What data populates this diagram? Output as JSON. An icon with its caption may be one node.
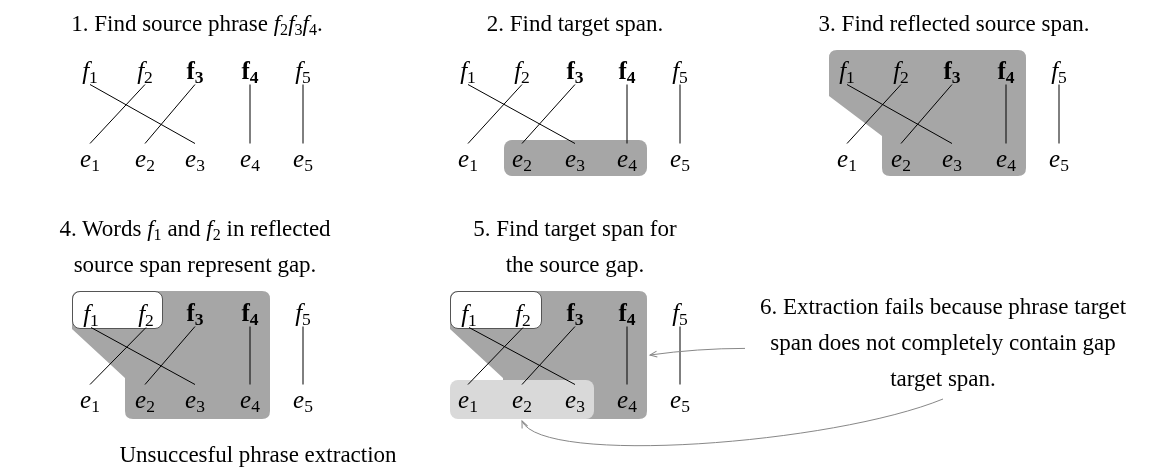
{
  "diagram": {
    "caption": "Unsuccesful phrase extraction",
    "nodes": [
      {
        "text": [
          "*f*$_{1}$"
        ]
      },
      {
        "text": [
          "*f*$_{2}$"
        ]
      },
      {
        "text": [
          "**f**$_{3}$"
        ]
      },
      {
        "text": [
          "**f**$_{4}$"
        ]
      },
      {
        "text": [
          "*f*$_{5}$"
        ]
      },
      {
        "text": [
          "*e*$_{1}$"
        ]
      },
      {
        "text": [
          "*e*$_{2}$"
        ]
      },
      {
        "text": [
          "*e*$_{3}$"
        ]
      },
      {
        "text": [
          "*e*$_{4}$"
        ]
      },
      {
        "text": [
          "*e*$_{5}$"
        ]
      },
      {
        "text": [],
        "shape": "box"
      },
      {
        "text": [
          "*f*$_{1}$"
        ]
      },
      {
        "text": [
          "*f*$_{2}$"
        ]
      },
      {
        "text": [
          "**f**$_{3}$"
        ]
      },
      {
        "text": [
          "**f**$_{4}$"
        ]
      },
      {
        "text": [
          "*f*$_{5}$"
        ]
      },
      {
        "text": [
          "*e*$_{1}$"
        ]
      },
      {
        "text": [
          "*e*$_{2}$"
        ],
        "in": 10
      },
      {
        "text": [
          "*e*$_{3}$"
        ],
        "in": 10
      },
      {
        "text": [
          "*e*$_{4}$"
        ],
        "in": 10
      },
      {
        "text": [
          "*e*$_{5}$"
        ]
      },
      {
        "text": [],
        "shape": "polygon"
      },
      {
        "text": [
          "*f*$_{1}$"
        ],
        "in": 21
      },
      {
        "text": [
          "*f*$_{2}$"
        ],
        "in": 21
      },
      {
        "text": [
          "**f**$_{3}$"
        ],
        "in": 21
      },
      {
        "text": [
          "**f**$_{4}$"
        ],
        "in": 21
      },
      {
        "text": [
          "*f*$_{5}$"
        ]
      },
      {
        "text": [
          "*e*$_{1}$"
        ]
      },
      {
        "text": [
          "*e*$_{2}$"
        ],
        "in": 21
      },
      {
        "text": [
          "*e*$_{3}$"
        ],
        "in": 21
      },
      {
        "text": [
          "*e*$_{4}$"
        ],
        "in": 21
      },
      {
        "text": [
          "*e*$_{5}$"
        ]
      },
      {
        "text": [],
        "shape": "polygon"
      },
      {
        "text": [],
        "shape": "box",
        "in": 32
      },
      {
        "text": [
          "*f*$_{1}$"
        ],
        "in": 33
      },
      {
        "text": [
          "*f*$_{2}$"
        ],
        "in": 33
      },
      {
        "text": [
          "**f**$_{3}$"
        ],
        "in": 32
      },
      {
        "text": [
          "**f**$_{4}$"
        ],
        "in": 32
      },
      {
        "text": [
          "*f*$_{5}$"
        ]
      },
      {
        "text": [
          "*e*$_{1}$"
        ]
      },
      {
        "text": [
          "*e*$_{2}$"
        ],
        "in": 32
      },
      {
        "text": [
          "*e*$_{3}$"
        ],
        "in": 32
      },
      {
        "text": [
          "*e*$_{4}$"
        ],
        "in": 32
      },
      {
        "text": [
          "*e*$_{5}$"
        ]
      },
      {
        "text": [],
        "shape": "polygon"
      },
      {
        "text": [],
        "shape": "box",
        "in": 44
      },
      {
        "text": [],
        "shape": "box",
        "in": 44
      },
      {
        "text": [
          "*f*$_{1}$"
        ],
        "in": 45
      },
      {
        "text": [
          "*f*$_{2}$"
        ],
        "in": 45
      },
      {
        "text": [
          "**f**$_{3}$"
        ],
        "in": 44
      },
      {
        "text": [
          "**f**$_{4}$"
        ],
        "in": 44
      },
      {
        "text": [
          "*f*$_{5}$"
        ]
      },
      {
        "text": [
          "*e*$_{1}$"
        ],
        "in": 46
      },
      {
        "text": [
          "*e*$_{2}$"
        ],
        "in": 46
      },
      {
        "text": [
          "*e*$_{3}$"
        ],
        "in": 46
      },
      {
        "text": [
          "*e*$_{4}$"
        ],
        "in": 44
      },
      {
        "text": [
          "*e*$_{5}$"
        ]
      },
      {
        "text": [
          "6. Extraction fails because phrase target span does not completely contain gap target span."
        ]
      }
    ],
    "edges": [
      {
        "from": 0,
        "to": 7,
        "arrow": "none"
      },
      {
        "from": 1,
        "to": 5,
        "arrow": "none"
      },
      {
        "from": 2,
        "to": 6,
        "arrow": "none"
      },
      {
        "from": 3,
        "to": 8,
        "arrow": "none"
      },
      {
        "from": 4,
        "to": 9,
        "arrow": "none"
      },
      {
        "from": 11,
        "to": 18,
        "arrow": "none"
      },
      {
        "from": 12,
        "to": 16,
        "arrow": "none"
      },
      {
        "from": 13,
        "to": 17,
        "arrow": "none"
      },
      {
        "from": 14,
        "to": 19,
        "arrow": "none"
      },
      {
        "from": 15,
        "to": 20,
        "arrow": "none"
      },
      {
        "from": 22,
        "to": 29,
        "arrow": "none"
      },
      {
        "from": 23,
        "to": 27,
        "arrow": "none"
      },
      {
        "from": 24,
        "to": 28,
        "arrow": "none"
      },
      {
        "from": 25,
        "to": 30,
        "arrow": "none"
      },
      {
        "from": 26,
        "to": 31,
        "arrow": "none"
      },
      {
        "from": 34,
        "to": 41,
        "arrow": "none"
      },
      {
        "from": 35,
        "to": 39,
        "arrow": "none"
      },
      {
        "from": 36,
        "to": 40,
        "arrow": "none"
      },
      {
        "from": 37,
        "to": 42,
        "arrow": "none"
      },
      {
        "from": 38,
        "to": 43,
        "arrow": "none"
      },
      {
        "from": 47,
        "to": 54,
        "arrow": "none"
      },
      {
        "from": 48,
        "to": 52,
        "arrow": "none"
      },
      {
        "from": 49,
        "to": 53,
        "arrow": "none"
      },
      {
        "from": 50,
        "to": 55,
        "arrow": "none"
      },
      {
        "from": 51,
        "to": 56,
        "arrow": "none"
      },
      {
        "from": 57,
        "to": 44,
        "arrow": "to",
        "color": "#888888"
      },
      {
        "from": 57,
        "to": 46,
        "arrow": "to",
        "color": "#888888"
      }
    ],
    "labels": [
      "1. Find source phrase *f*$_{2}$*f*$_{3}$*f*$_{4}$.",
      "2. Find target span.",
      "3. Find reflected source span.",
      "4. Words *f*$_{1}$ and *f*$_{2}$ in reflected source span represent gap.",
      "5. Find target span for the source gap."
    ]
  }
}
